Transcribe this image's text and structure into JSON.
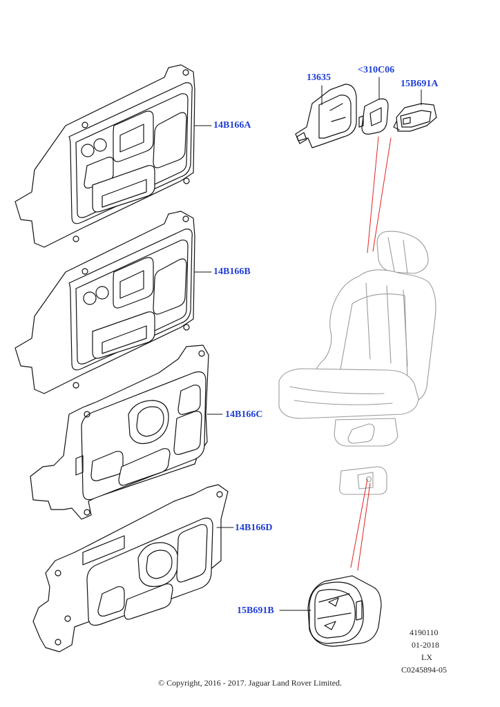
{
  "parts": {
    "p14B166A": "14B166A",
    "p14B166B": "14B166B",
    "p14B166C": "14B166C",
    "p14B166D": "14B166D",
    "p13635": "13635",
    "p310C06": "<310C06",
    "p15B691A": "15B691A",
    "p15B691B": "15B691B"
  },
  "meta": {
    "code": "4190110",
    "date": "01-2018",
    "model": "LX",
    "ref": "C0245894-05"
  },
  "copyright": "© Copyright, 2016 - 2017. Jaguar Land Rover Limited.",
  "colors": {
    "callout": "#1f3fd6",
    "leader": "#e02020",
    "line": "#111111",
    "seat": "#9a9a9a"
  }
}
